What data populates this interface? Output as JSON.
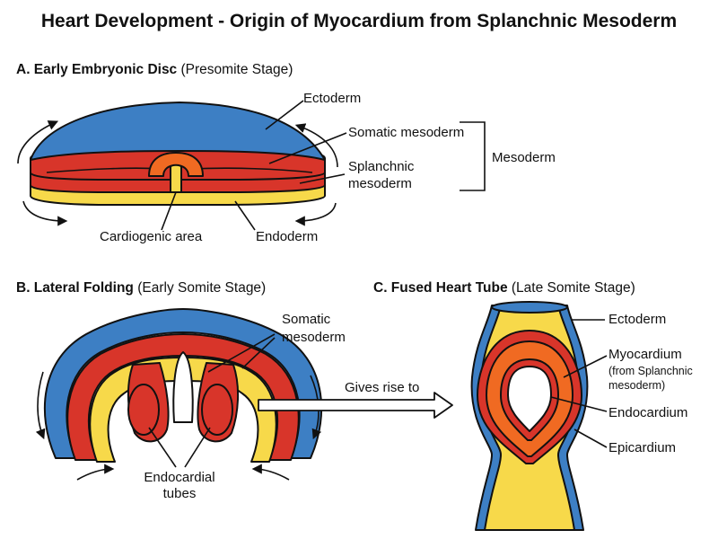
{
  "title": "Heart Development - Origin of Myocardium from Splanchnic Mesoderm",
  "colors": {
    "ectoderm": "#3d7fc4",
    "mesoderm": "#d8352a",
    "myocardium": "#f06a22",
    "endoderm": "#f7d94a",
    "lumen": "#ffffff",
    "outline": "#111111"
  },
  "panel_a": {
    "heading": "A. Early Embryonic Disc",
    "stage": "(Presomite Stage)",
    "labels": {
      "ectoderm": "Ectoderm",
      "somatic_mesoderm": "Somatic mesoderm",
      "splanchnic_line1": "Splanchnic",
      "splanchnic_line2": "mesoderm",
      "mesoderm_group": "Mesoderm",
      "cardiogenic_area": "Cardiogenic area",
      "endoderm": "Endoderm"
    }
  },
  "panel_b": {
    "heading": "B. Lateral Folding",
    "stage": "(Early Somite Stage)",
    "labels": {
      "somatic_line1": "Somatic",
      "somatic_line2": "mesoderm",
      "endocardial_line1": "Endocardial",
      "endocardial_line2": "tubes"
    }
  },
  "panel_c": {
    "heading": "C. Fused Heart Tube",
    "stage": "(Late Somite Stage)",
    "labels": {
      "ectoderm": "Ectoderm",
      "myocardium": "Myocardium",
      "myocardium_note_line1": "(from Splanchnic",
      "myocardium_note_line2": "mesoderm)",
      "endocardium": "Endocardium",
      "epicardium": "Epicardium"
    }
  },
  "transition_label": "Gives rise to"
}
